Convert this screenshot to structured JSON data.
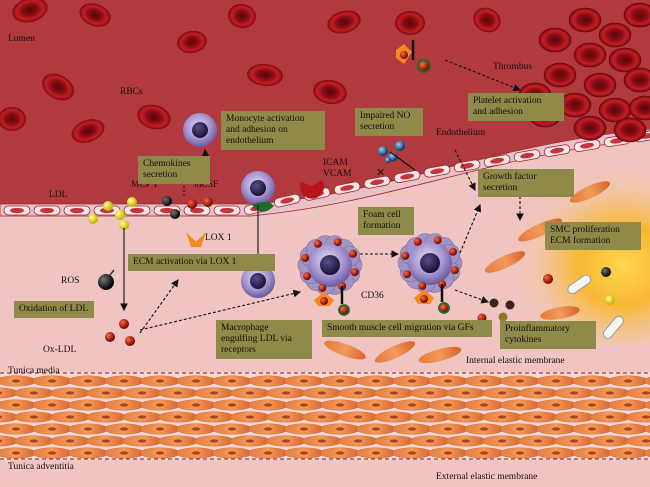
{
  "labels": {
    "lumen": "Lumen",
    "rbcs": "RBCs",
    "ldl": "LDL",
    "mcp1": "MCP 1",
    "mcsf": "mCSF",
    "lox1": "LOX 1",
    "ros": "ROS",
    "ox_ldl": "Ox-LDL",
    "icam": "ICAM",
    "vcam": "VCAM",
    "cd36": "CD36",
    "endothelium": "Endothelium",
    "thrombus": "Thrombus",
    "tunica_media": "Tunica media",
    "tunica_adventitia": "Tunica adventitia",
    "internal_elastic_membrane": "Internal elastic membrane",
    "external_elastic_membrane": "External elastic membrane"
  },
  "boxes": {
    "chemokines": [
      "Chemokines",
      "secretion"
    ],
    "monocyte_activation": [
      "Monocyte activation",
      "and adhesion on",
      "endothelium"
    ],
    "impaired_no": [
      "Impaired NO",
      "secretion"
    ],
    "platelet_activation": [
      "Platelet activation",
      "and adhesion"
    ],
    "foam_cell": [
      "Foam cell",
      "formation"
    ],
    "growth_factor": [
      "Growth factor",
      "secretion"
    ],
    "smc_proliferation": [
      "SMC proliferation",
      "ECM formation"
    ],
    "ecm_activation": [
      "ECM activation via LOX 1"
    ],
    "oxidation_ldl": [
      "Oxidation of LDL"
    ],
    "macrophage": [
      "Macrophage",
      "engulfing LDL via",
      "receptors"
    ],
    "smooth_muscle_migration": [
      "Smooth muscle cell migration via GFs"
    ],
    "proinflammatory": [
      "Proinflammatory",
      "cytokines"
    ]
  },
  "colors": {
    "lumen": "#b03a3e",
    "intima": "#f0c4c2",
    "media": "#f6d7d4",
    "box": "#8f8a49",
    "rbc": "#a3121b",
    "monocyte": "#a99ad0",
    "plaque_glow": "#f5a623"
  }
}
